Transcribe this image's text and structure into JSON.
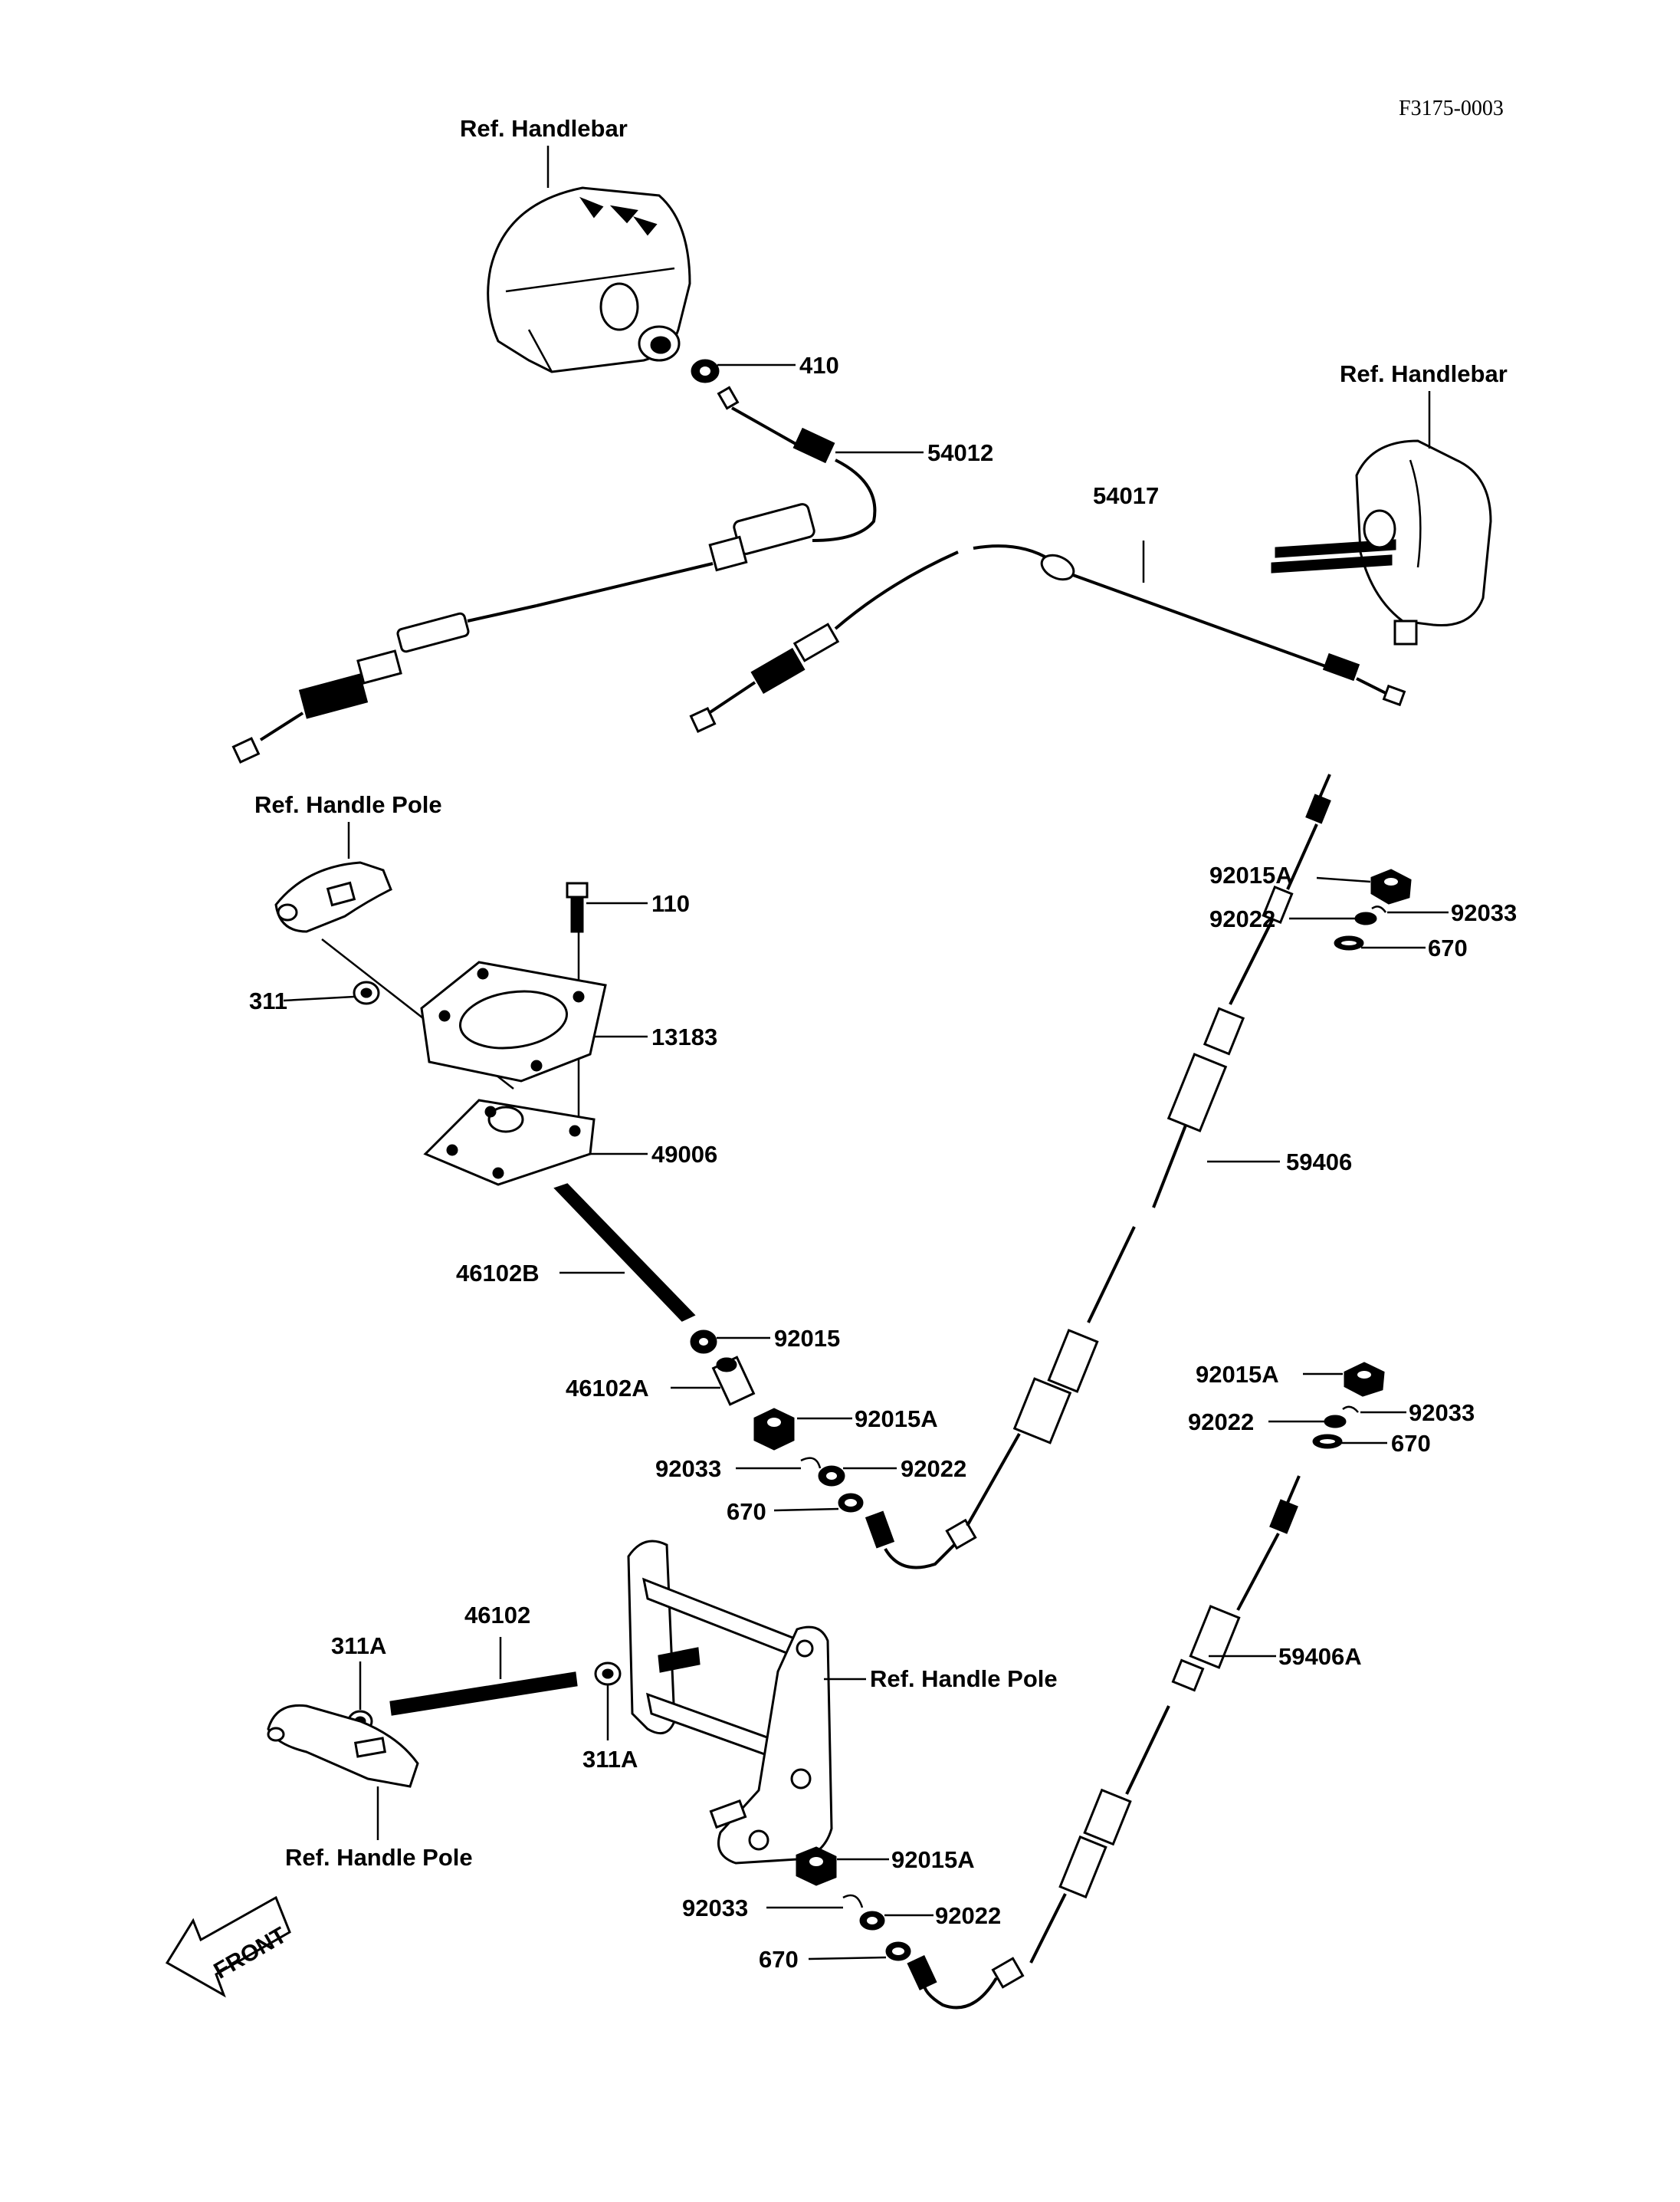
{
  "diagram": {
    "code": "F3175-0003",
    "front_label": "FRONT",
    "ref_labels": {
      "handlebar_left": "Ref. Handlebar",
      "handlebar_right": "Ref. Handlebar",
      "handle_pole_top": "Ref. Handle Pole",
      "handle_pole_bracket": "Ref. Handle Pole",
      "handle_pole_bottom": "Ref. Handle Pole"
    },
    "parts": {
      "p410": "410",
      "p54012": "54012",
      "p54017": "54017",
      "p110": "110",
      "p311": "311",
      "p13183": "13183",
      "p49006": "49006",
      "p46102B": "46102B",
      "p92015": "92015",
      "p46102A": "46102A",
      "p92015A_mid": "92015A",
      "p92033_mid": "92033",
      "p92022_mid": "92022",
      "p670_mid": "670",
      "p92015A_tr": "92015A",
      "p92022_tr": "92022",
      "p92033_tr": "92033",
      "p670_tr": "670",
      "p59406": "59406",
      "p92015A_r2": "92015A",
      "p92022_r2": "92022",
      "p92033_r2": "92033",
      "p670_r2": "670",
      "p59406A": "59406A",
      "p311A_left": "311A",
      "p46102": "46102",
      "p311A_right": "311A",
      "p92015A_bot": "92015A",
      "p92033_bot": "92033",
      "p92022_bot": "92022",
      "p670_bot": "670"
    }
  }
}
